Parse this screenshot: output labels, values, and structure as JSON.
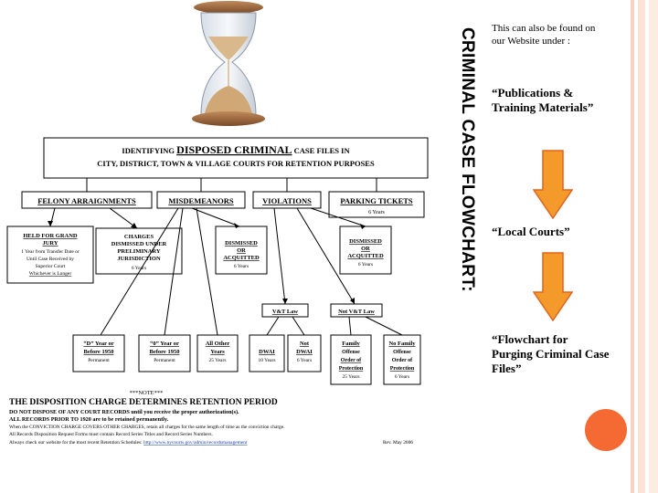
{
  "slide": {
    "vertical_title": "CRIMINAL CASE FLOWCHART:",
    "website_note": "This can also be found on our Website under :",
    "link1": "“Publications & Training Materials”",
    "link2": "“Local Courts”",
    "link3": "“Flowchart for Purging Criminal Case Files”",
    "colors": {
      "accent": "#f46a32",
      "arrow_fill": "#f39a2a",
      "arrow_stroke": "#e0641e"
    }
  },
  "flowchart": {
    "title_line1_prefix": "IDENTIFYING",
    "title_line1_emph": "DISPOSED CRIMINAL",
    "title_line1_suffix": "CASE FILES IN",
    "title_line2": "CITY, DISTRICT, TOWN & VILLAGE COURTS FOR RETENTION PURPOSES",
    "categories": {
      "felony": "FELONY ARRAIGNMENTS",
      "misdemeanors": "MISDEMEANORS",
      "violations": "VIOLATIONS",
      "parking": "PARKING TICKETS",
      "parking_years": "6 Years"
    },
    "held": {
      "title1": "HELD FOR GRAND",
      "title2": "JURY",
      "l1": "1 Year from Transfer Date or",
      "l2": "Until Case Received by",
      "l3": "Superior Court",
      "l4": "Whichever is Longer"
    },
    "charges": {
      "title1": "CHARGES",
      "title2": "DISMISSED UNDER",
      "title3": "PRELIMINARY",
      "title4": "JURISDICTION",
      "years": "6 Years"
    },
    "dismissed_misd": {
      "l1": "DISMISSED",
      "l2": "OR",
      "l3": "ACQUITTED",
      "years": "6 Years"
    },
    "dismissed_viol": {
      "l1": "DISMISSED",
      "l2": "OR",
      "l3": "ACQUITTED",
      "years": "6 Years"
    },
    "vt_law": "V&T Law",
    "not_vt_law": "Not V&T Law",
    "b_d_year": {
      "l1": "“D” Year or",
      "l2": "Before 1950",
      "l3": "Permanent"
    },
    "b_0_year": {
      "l1": "“0” Year or",
      "l2": "Before 1950",
      "l3": "Permanent"
    },
    "b_other": {
      "l1": "All Other",
      "l2": "Years",
      "l3": "25 Years"
    },
    "b_dwai": {
      "l1": "DWAI",
      "l2": "10 Years"
    },
    "b_not_dwai": {
      "l1": "Not",
      "l2": "DWAI",
      "l3": "6 Years"
    },
    "b_family": {
      "l1": "Family",
      "l2": "Offense",
      "l3": "Order of",
      "l4": "Protection",
      "l5": "25 Years"
    },
    "b_no_family": {
      "l1": "No Family",
      "l2": "Offense",
      "l3": "Order of",
      "l4": "Protection",
      "l5": "6 Years"
    },
    "note": {
      "heading": "***NOTE***",
      "big": "THE DISPOSITION CHARGE DETERMINES RETENTION PERIOD",
      "n1": "DO NOT DISPOSE OF ANY COURT RECORDS until you receive the proper authorization(s).",
      "n2": "ALL RECORDS PRIOR TO 1920 are to be retained permanently.",
      "n3": "When the CONVICTION CHARGE COVERS OTHER CHARGES, retain all charges for the same length of time as the conviction charge.",
      "n4": "All Records Disposition Request Forms must contain Record Series Titles and Record Series Numbers.",
      "n5": "Always check our website for the most recent Retention Schedules:",
      "url": "http://www.nycourts.gov/admin/recordsmanagement",
      "rev": "Rev. May 2006"
    }
  }
}
